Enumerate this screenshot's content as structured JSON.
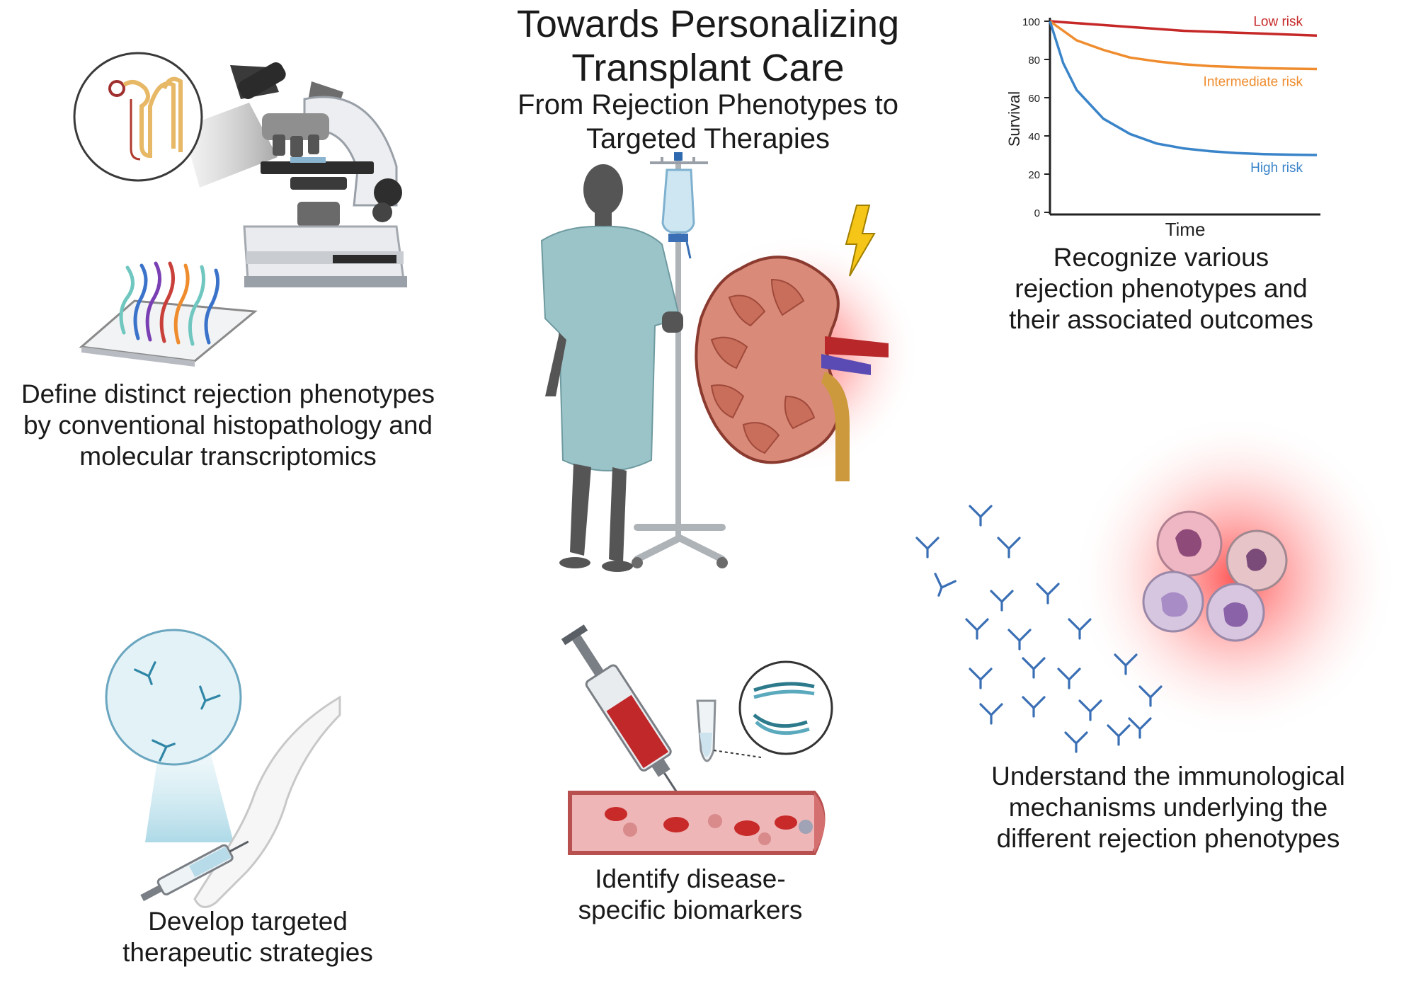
{
  "title": {
    "line1": "Towards Personalizing",
    "line2": "Transplant Care"
  },
  "subtitle": {
    "line1": "From Rejection Phenotypes to",
    "line2": "Targeted Therapies"
  },
  "captions": {
    "define": [
      "Define distinct rejection phenotypes",
      "by conventional histopathology and",
      "molecular transcriptomics"
    ],
    "recognize": [
      "Recognize various",
      "rejection phenotypes and",
      "their associated outcomes"
    ],
    "understand": [
      "Understand the immunological",
      "mechanisms underlying the",
      "different rejection phenotypes"
    ],
    "identify": [
      "Identify disease-",
      "specific biomarkers"
    ],
    "develop": [
      "Develop targeted",
      "therapeutic strategies"
    ]
  },
  "icons": [
    "microscope-icon",
    "nephron-icon",
    "transcriptomics-slide-icon",
    "patient-icon",
    "iv-drip-icon",
    "kidney-icon",
    "lightning-icon",
    "antibody-icon",
    "immune-cell-icon",
    "syringe-icon",
    "blood-vessel-icon",
    "tube-icon",
    "dna-icon",
    "arm-icon"
  ],
  "chart_data": {
    "type": "line",
    "xlabel": "Time",
    "ylabel": "Survival",
    "ylim": [
      0,
      100
    ],
    "yticks": [
      0,
      20,
      40,
      60,
      80,
      100
    ],
    "x": [
      0,
      0.5,
      1,
      2,
      3,
      4,
      5,
      6,
      7,
      8,
      9,
      10
    ],
    "series": [
      {
        "name": "Low risk",
        "color": "#c62828",
        "values": [
          100,
          99.5,
          99,
          98,
          97,
          96,
          95,
          94.5,
          94,
          93.5,
          93,
          92.5
        ]
      },
      {
        "name": "Intermediate risk",
        "color": "#ef8c2e",
        "values": [
          100,
          95,
          90,
          85,
          81,
          79,
          77.5,
          76.5,
          76,
          75.5,
          75.2,
          75
        ]
      },
      {
        "name": "High risk",
        "color": "#3a84c9",
        "values": [
          100,
          78,
          64,
          49,
          41,
          36,
          33.5,
          32,
          31,
          30.5,
          30.2,
          30
        ]
      }
    ]
  }
}
